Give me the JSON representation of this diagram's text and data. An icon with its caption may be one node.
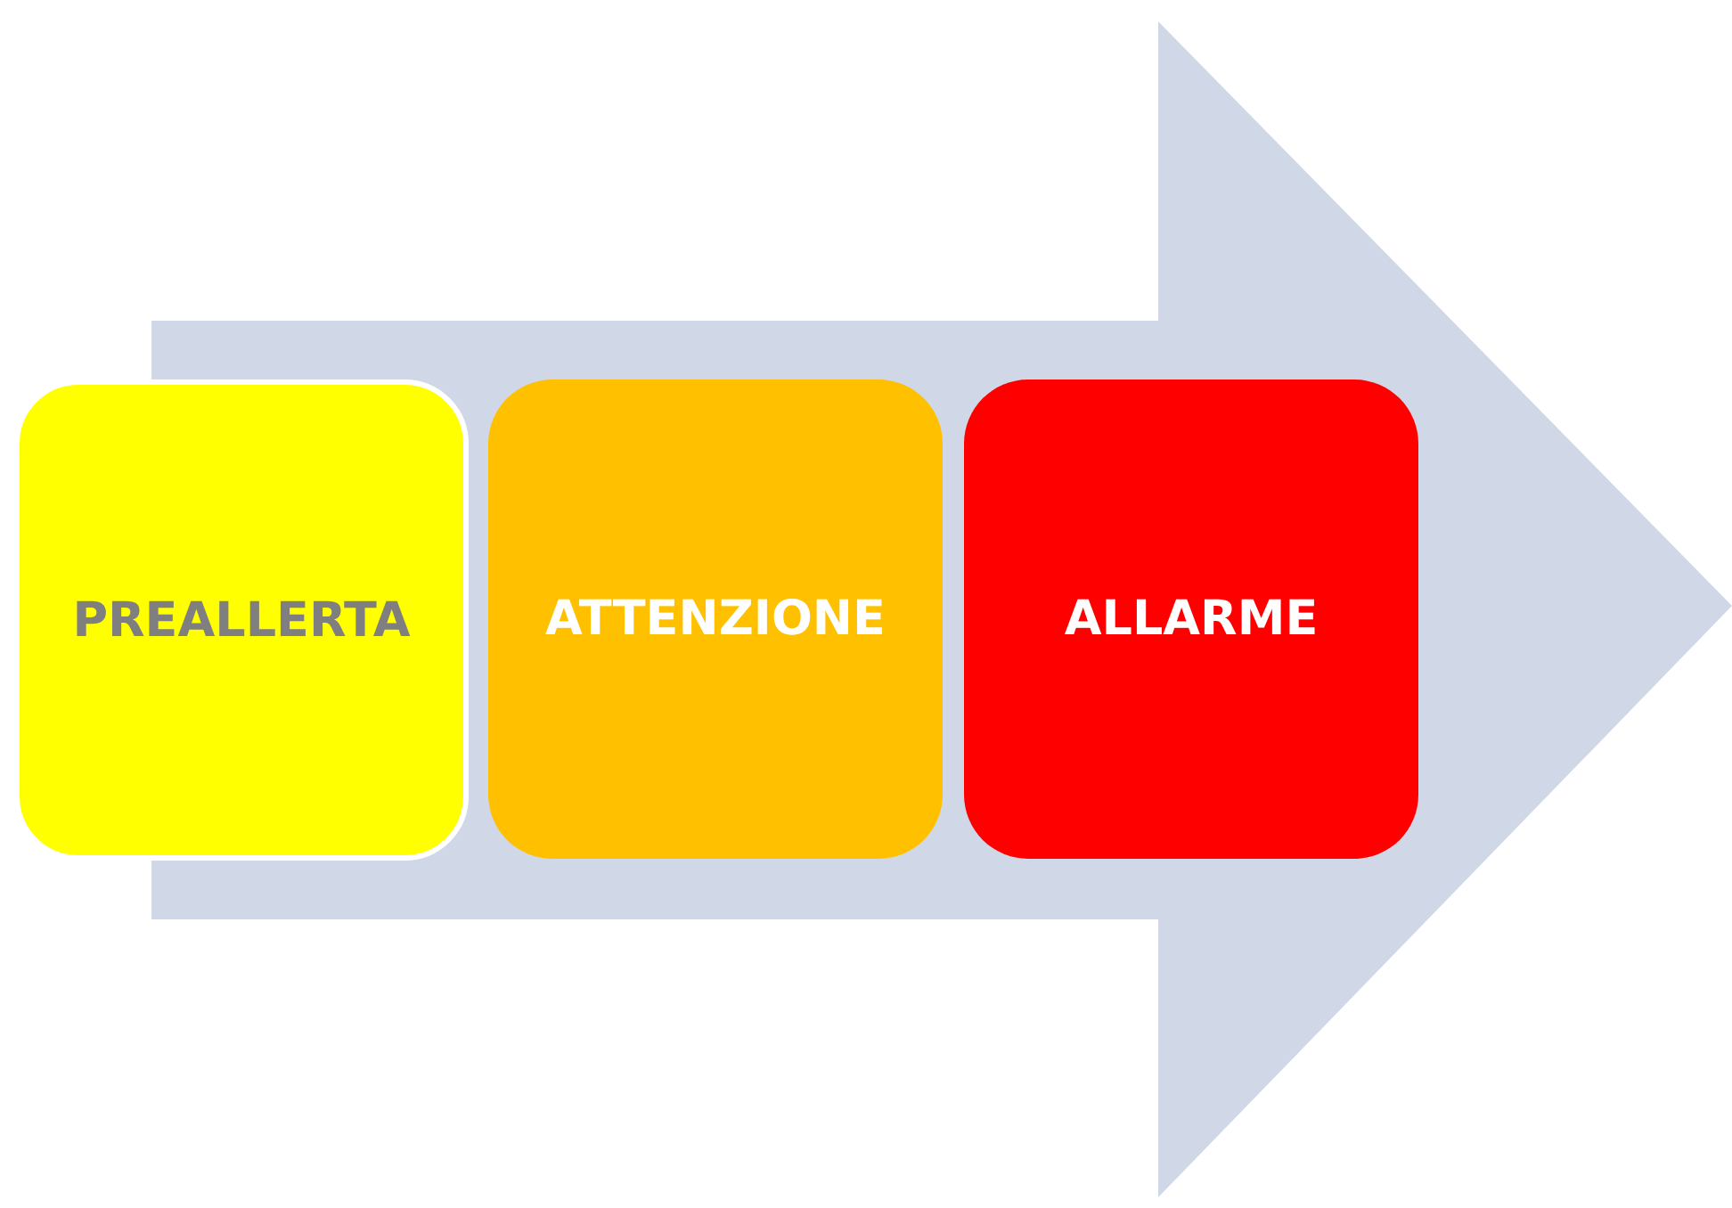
{
  "diagram": {
    "nodes": [
      {
        "text": [
          "PREALLERTA"
        ]
      },
      {
        "text": [
          "ATTENZIONE"
        ]
      },
      {
        "text": [
          "ALLARME"
        ]
      }
    ]
  }
}
